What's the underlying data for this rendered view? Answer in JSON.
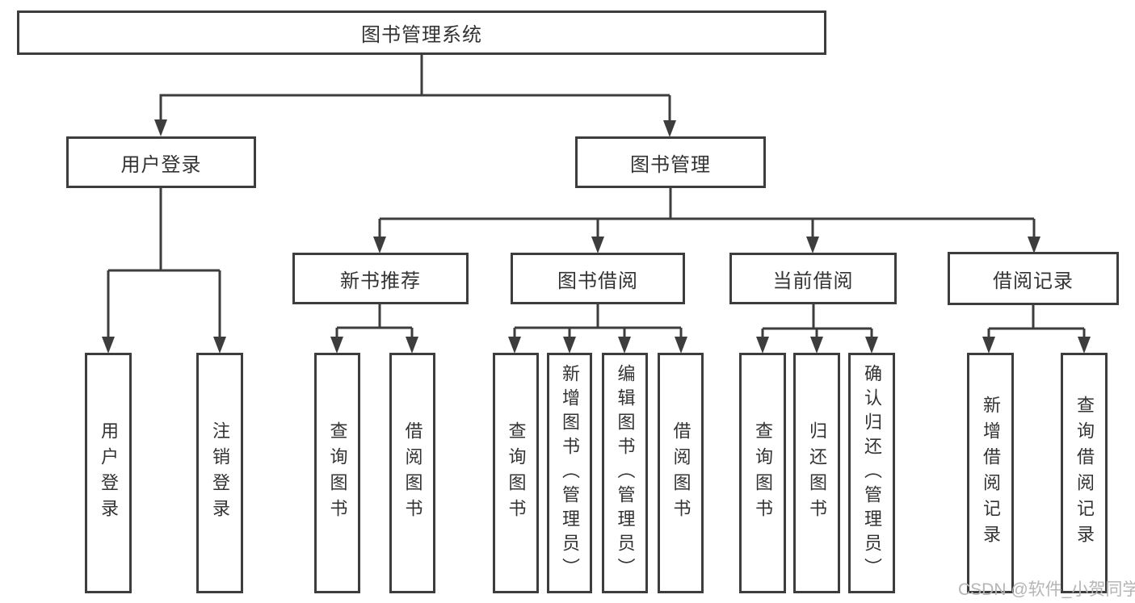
{
  "diagram": {
    "title": "图书管理系统",
    "level2": {
      "user_login": "用户登录",
      "book_mgmt": "图书管理"
    },
    "level3": {
      "new_books": "新书推荐",
      "borrow": "图书借阅",
      "current": "当前借阅",
      "records": "借阅记录"
    },
    "leaves": {
      "login": "用户登录",
      "logout": "注销登录",
      "nb_query": "查询图书",
      "nb_borrow": "借阅图书",
      "bb_query": "查询图书",
      "bb_add": "新增图书（管理员）",
      "bb_edit": "编辑图书（管理员）",
      "bb_borrow": "借阅图书",
      "cb_query": "查询图书",
      "cb_return": "归还图书",
      "cb_confirm": "确认归还（管理员）",
      "rc_add": "新增借阅记录",
      "rc_query": "查询借阅记录"
    }
  },
  "watermark": {
    "text": "CSDN @软件_小贺同学"
  },
  "colors": {
    "line": "#3d3d3d",
    "text": "#333333",
    "watermark": "#b5b5b5",
    "background": "#ffffff"
  }
}
